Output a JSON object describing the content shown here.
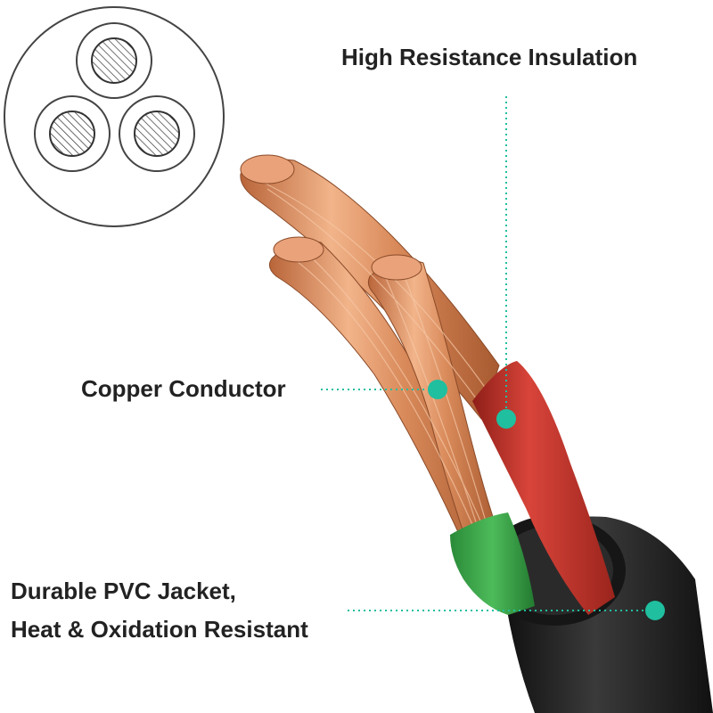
{
  "labels": {
    "insulation": "High Resistance Insulation",
    "copper": "Copper Conductor",
    "jacket_line1": "Durable PVC Jacket,",
    "jacket_line2": "Heat & Oxidation Resistant"
  },
  "colors": {
    "accent_marker": "#1fbf9f",
    "copper": "#d98a5a",
    "insulation_red": "#c8362a",
    "insulation_green": "#3aa84a",
    "jacket_black": "#1c1c1c",
    "text": "#222222"
  }
}
